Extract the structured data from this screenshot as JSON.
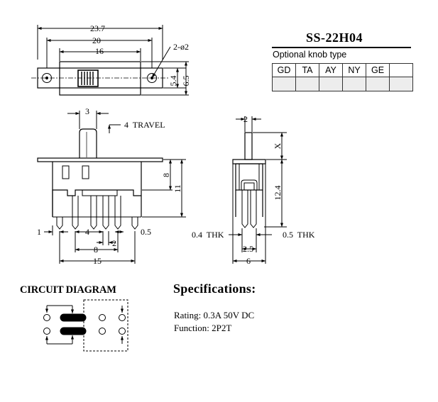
{
  "model": "SS-22H04",
  "knob": {
    "label": "Optional knob type",
    "codes": [
      "GD",
      "TA",
      "AY",
      "NY",
      "GE",
      ""
    ]
  },
  "dimensions": {
    "overall_length": "23.7",
    "mount_pitch": "20",
    "frame_inner": "16",
    "hole_spec": "2-ø2",
    "height_inner": "5.4",
    "height_outer": "6.5",
    "knob_width": "3",
    "travel": "4  TRAVEL",
    "body_height": "8",
    "terminal_height": "11",
    "edge_offset": "1",
    "pin_pitch": "4",
    "pin_width": "0.5",
    "pin_gap": "2",
    "row_pitch": "8",
    "body_length": "15",
    "side_knob_width": "2",
    "side_knob_height": "X",
    "side_height": "12.4",
    "thk_left": "0.4  THK",
    "thk_right": "0.5  THK",
    "side_pin_span": "2.5",
    "side_width": "6"
  },
  "circuit": {
    "title": "CIRCUIT DIAGRAM"
  },
  "specs": {
    "title": "Specifications:",
    "rating": "Rating: 0.3A 50V DC",
    "function": "Function: 2P2T"
  }
}
